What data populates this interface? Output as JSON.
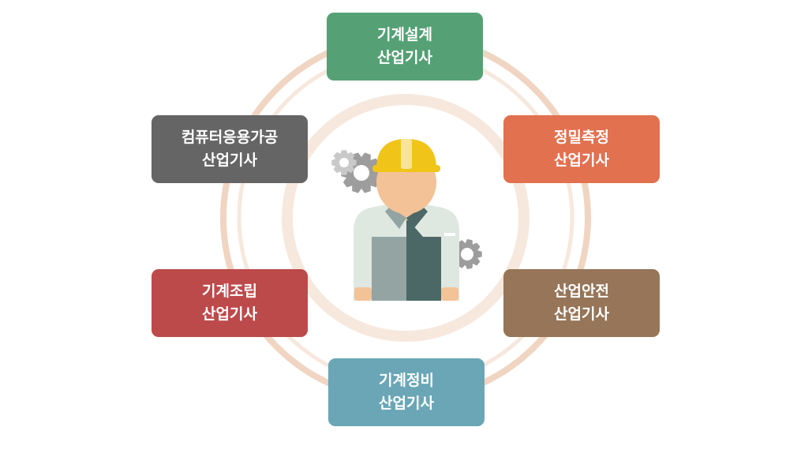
{
  "diagram": {
    "nodes": [
      {
        "id": "top",
        "line1": "기계설계",
        "line2": "산업기사",
        "color": "#55a175"
      },
      {
        "id": "tr",
        "line1": "정밀측정",
        "line2": "산업기사",
        "color": "#e2714f"
      },
      {
        "id": "br",
        "line1": "산업안전",
        "line2": "산업기사",
        "color": "#967558"
      },
      {
        "id": "bottom",
        "line1": "기계정비",
        "line2": "산업기사",
        "color": "#6aa6b6"
      },
      {
        "id": "bl",
        "line1": "기계조립",
        "line2": "산업기사",
        "color": "#bd4a4b"
      },
      {
        "id": "tl",
        "line1": "컴퓨터응용가공",
        "line2": "산업기사",
        "color": "#656565"
      }
    ],
    "center_icon": "construction-worker-icon",
    "gear_icon": "gear-icon",
    "ring_color": "#f0d5c2",
    "ring_color_inner": "#f7e8dd",
    "helmet_color": "#f0c419",
    "skin_color": "#f3c297",
    "shirt_color": "#dfe7e1",
    "vest_left_color": "#93a4a3",
    "vest_right_color": "#4b6866",
    "gear_color": "#9d9d9d",
    "gear_color_light": "#c9c9c9"
  }
}
